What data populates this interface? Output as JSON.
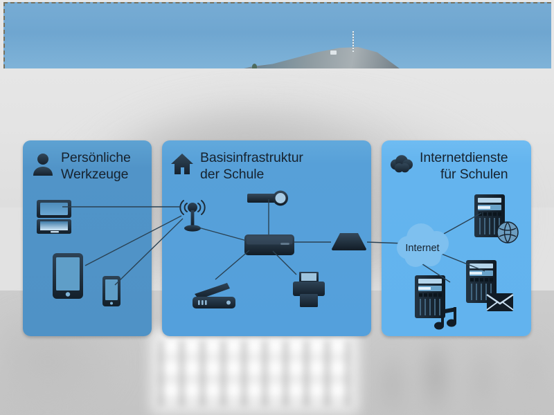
{
  "slide": {
    "background_color": "#e2e2e2",
    "header_photo": {
      "name": "mountain-ridge-photo",
      "description": "blue sky with mountain ridge and antenna tower",
      "sky_color": "#74a9d2",
      "ridge_color": "#8f9ca2"
    },
    "backdrop_photo": {
      "name": "blurred-campus-photo",
      "description": "blurred grayscale mountain and building"
    }
  },
  "panels": [
    {
      "id": "personal",
      "title": "Persönliche\nWerkzeuge",
      "icon": "person-icon",
      "color": "#5194c8",
      "devices": [
        {
          "id": "laptop",
          "label": "laptop-icon"
        },
        {
          "id": "tablet",
          "label": "tablet-icon"
        },
        {
          "id": "smartphone",
          "label": "smartphone-icon"
        }
      ]
    },
    {
      "id": "infrastructure",
      "title": "Basisinfrastruktur\nder Schule",
      "icon": "house-icon",
      "color": "#54a0dc",
      "devices": [
        {
          "id": "wifi-ap",
          "label": "wifi-access-point-icon"
        },
        {
          "id": "projector",
          "label": "projector-icon"
        },
        {
          "id": "switch",
          "label": "network-switch-icon"
        },
        {
          "id": "scanner",
          "label": "scanner-icon"
        },
        {
          "id": "printer",
          "label": "printer-icon"
        },
        {
          "id": "firewall",
          "label": "firewall-gateway-icon"
        }
      ]
    },
    {
      "id": "internet",
      "title": "Internetdienste\nfür Schulen",
      "icon": "cloud-icon",
      "color": "#62b3ee",
      "cloud_label": "Internet",
      "devices": [
        {
          "id": "web-server",
          "label": "server-web-icon"
        },
        {
          "id": "mail-server",
          "label": "server-mail-icon"
        },
        {
          "id": "media-server",
          "label": "server-media-icon"
        }
      ]
    }
  ],
  "colors": {
    "icon_dark": "#1d2b38",
    "text_dark": "#16222e",
    "line": "#2a4152",
    "cloud_fill": "#7ec0ef"
  }
}
